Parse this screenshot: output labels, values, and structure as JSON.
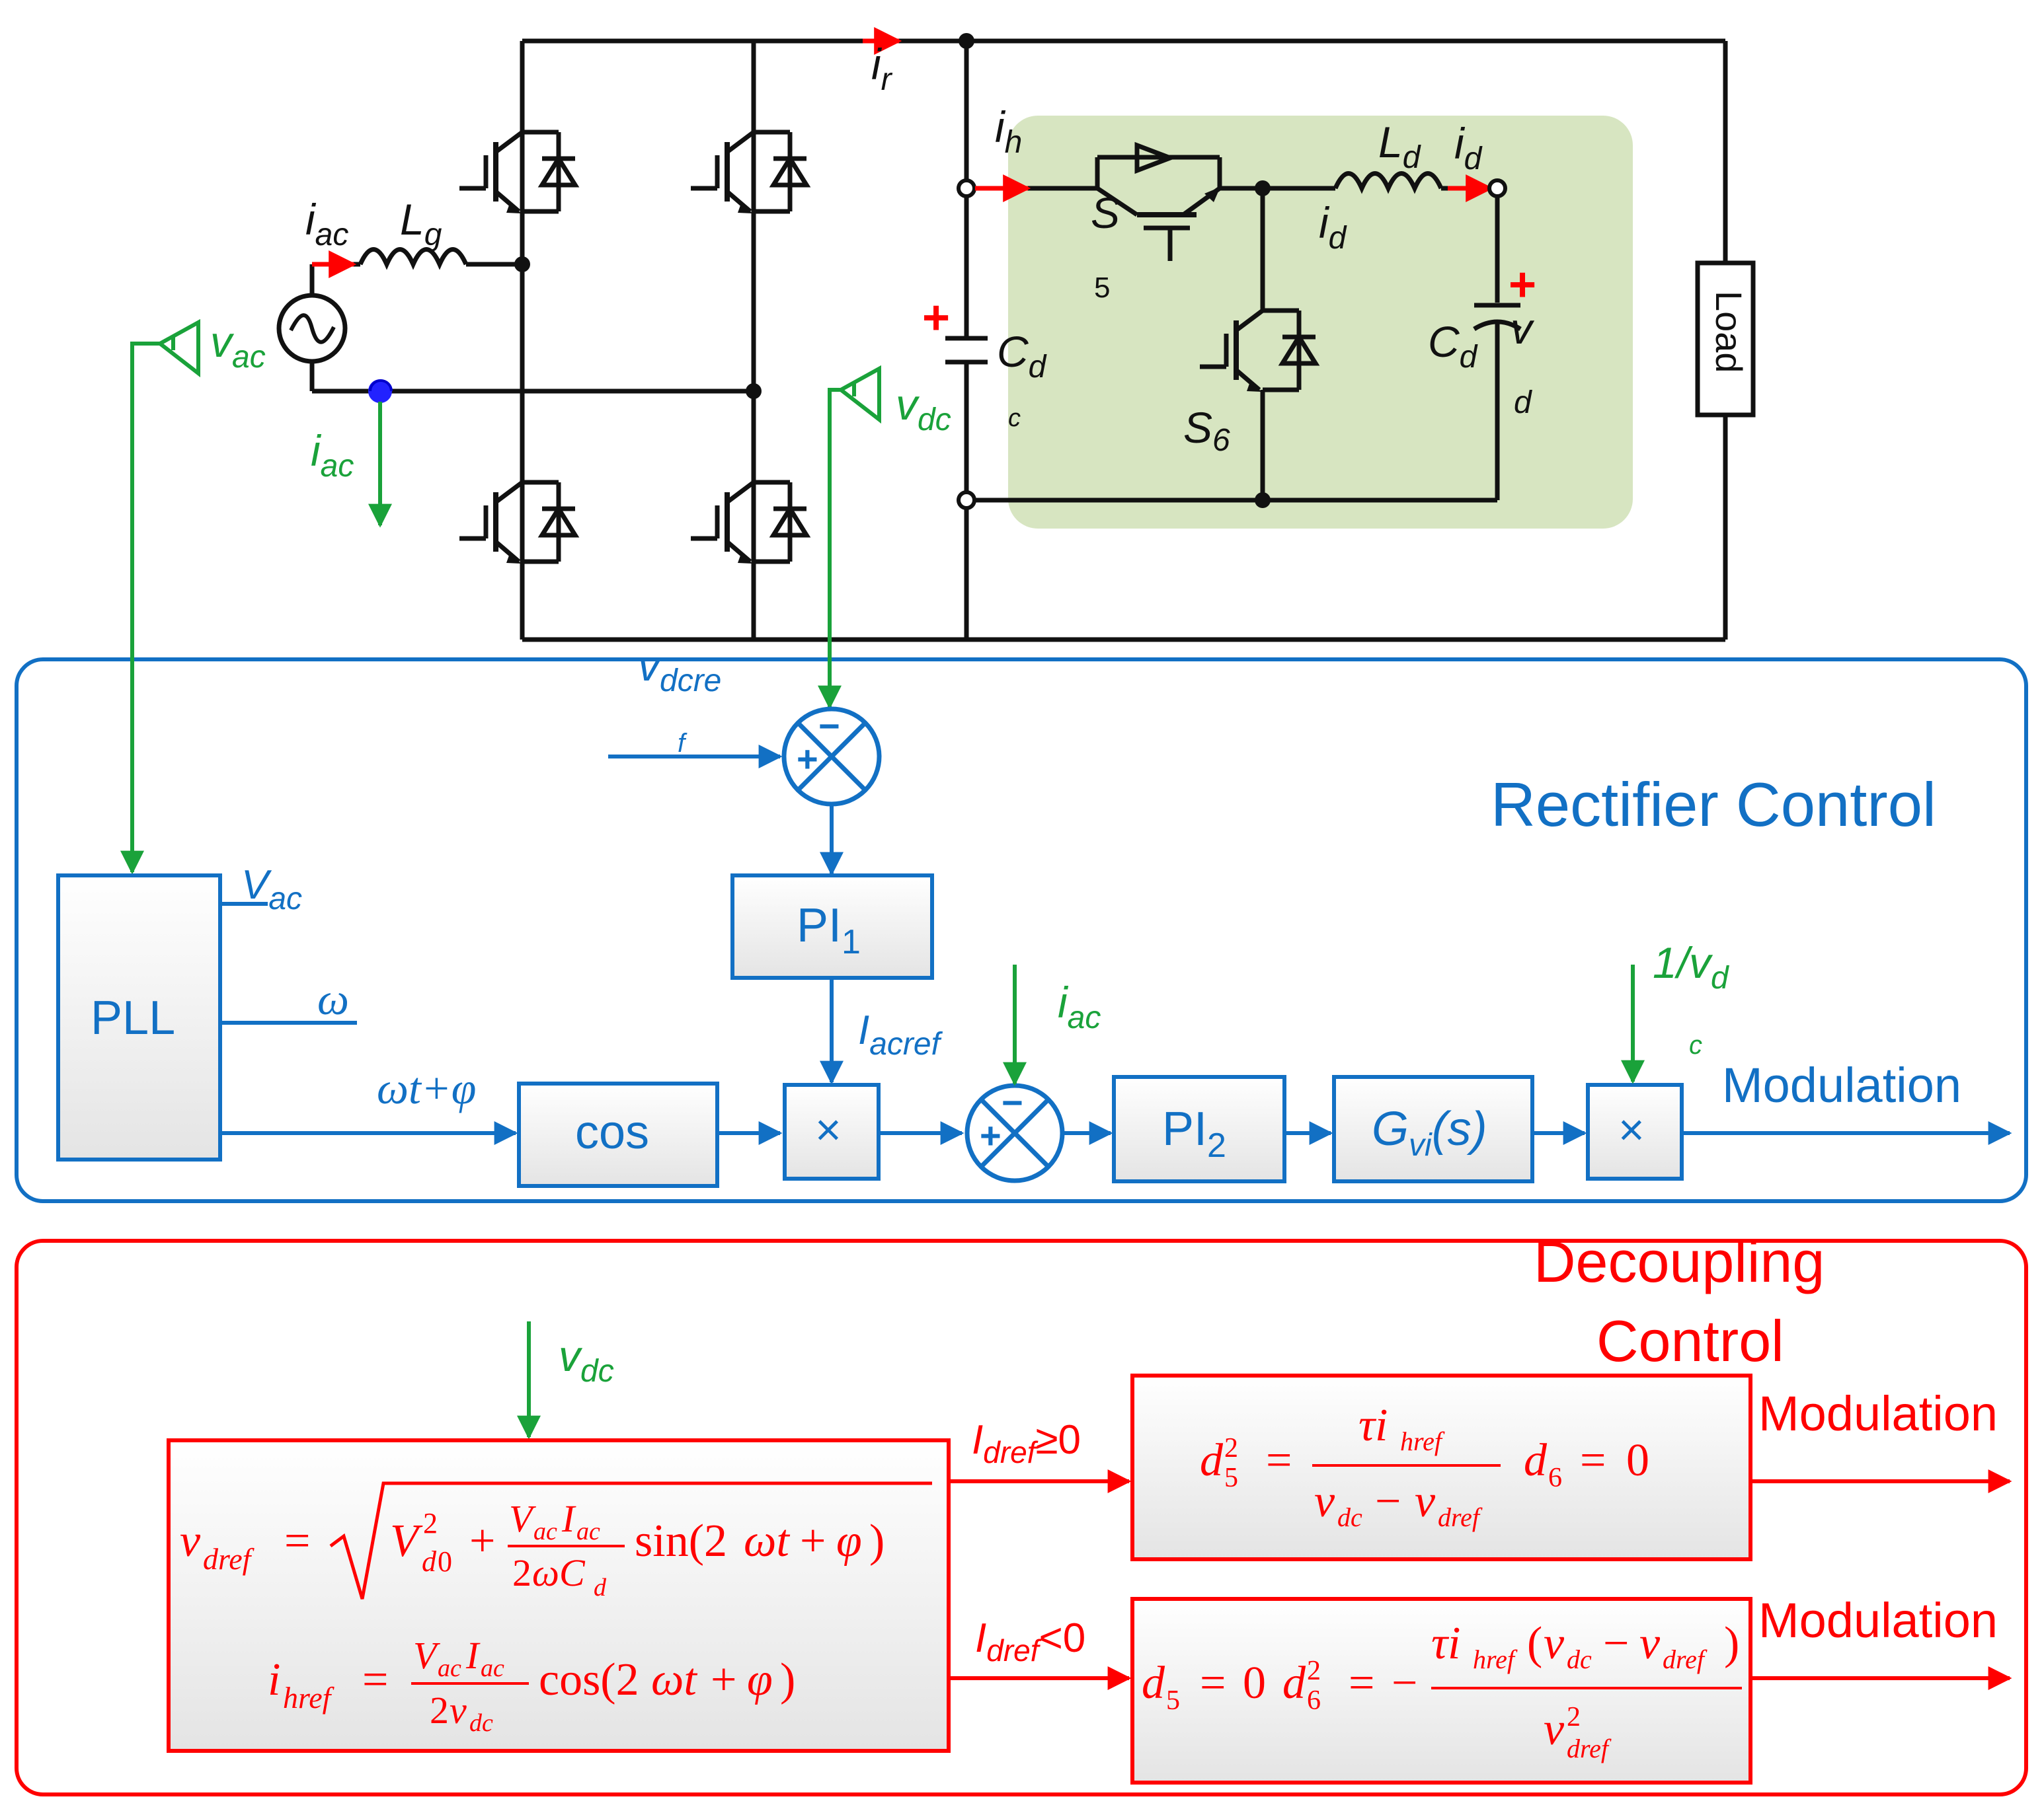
{
  "colors": {
    "circuit": "#111111",
    "signal": "#1aa23a",
    "rectifier": "#1270c4",
    "decoupling": "#ff0000",
    "current_arrow": "#ff0000",
    "highlight": "#d5e4be"
  },
  "circuit": {
    "i_r": {
      "main": "i",
      "sub": "r"
    },
    "i_h": {
      "main": "i",
      "sub": "h"
    },
    "i_ac_top": {
      "main": "i",
      "sub": "ac"
    },
    "L_g": {
      "main": "L",
      "sub": "g"
    },
    "v_ac": {
      "main": "v",
      "sub": "ac"
    },
    "i_ac_side": {
      "main": "i",
      "sub": "ac"
    },
    "S5": {
      "main": "S",
      "sub": "5"
    },
    "S6": {
      "main": "S",
      "sub": "6"
    },
    "L_d": {
      "main": "L",
      "sub": "d"
    },
    "i_d_top": {
      "main": "i",
      "sub": "d"
    },
    "i_d_bottom": {
      "main": "i",
      "sub": "d"
    },
    "C_dc": {
      "main": "C",
      "sub1": "d",
      "sub2": "c"
    },
    "v_dc_sense": {
      "main": "v",
      "sub": "dc"
    },
    "C_d": {
      "main": "C",
      "sub": "d"
    },
    "v_d": {
      "main": "v",
      "sub": "d"
    },
    "plus": "+",
    "load": "Load"
  },
  "rectifier_control": {
    "title": "Rectifier Control",
    "v_dcref": {
      "main": "v",
      "sub1": "dcre",
      "sub2": "f"
    },
    "minus": "−",
    "plus": "+",
    "pi1": {
      "main": "PI",
      "sub": "1"
    },
    "pll": "PLL",
    "V_ac": {
      "main": "V",
      "sub": "ac"
    },
    "omega": "ω",
    "omega_t_phi": "ωt+φ",
    "cos": "cos",
    "I_acref": {
      "main": "I",
      "sub": "acref"
    },
    "multiply": "×",
    "i_ac": {
      "main": "i",
      "sub": "ac"
    },
    "pi2": {
      "main": "PI",
      "sub": "2"
    },
    "G_vi": {
      "main": "G",
      "sub": "vi",
      "paren": "(s)"
    },
    "recip_vdc": {
      "main": "1/v",
      "sub1": "d",
      "sub2": "c"
    },
    "modulation": "Modulation"
  },
  "decoupling_control": {
    "title_line1": "Decoupling",
    "title_line2": "Control",
    "v_dc": {
      "main": "v",
      "sub": "dc"
    },
    "formula_vdref": "v_dref = √( V_d0² + V_ac I_ac / (2ωC_d) · sin(2ωt + φ) )",
    "formula_ihref": "i_href = V_ac I_ac / (2 v_dc) · cos(2ωt + φ)",
    "cond_pos": {
      "main": "I",
      "sub": "dref",
      "op": "≥0"
    },
    "cond_neg": {
      "main": "I",
      "sub": "dref",
      "op": "<0"
    },
    "formula_pos": "d5² = τ i_href / (v_dc − v_dref)   d6 = 0",
    "formula_neg": "d5 = 0   d6² = − τ i_href (v_dc − v_dref) / v_dref²",
    "modulation_top": "Modulation",
    "modulation_bottom": "Modulation"
  }
}
